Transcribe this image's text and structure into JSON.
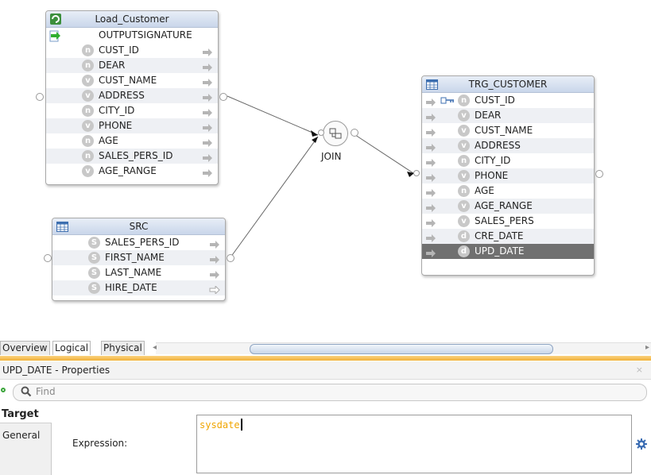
{
  "diagram": {
    "load_customer": {
      "title": "Load_Customer",
      "signature": "OUTPUTSIGNATURE",
      "rows": [
        {
          "badge": "n",
          "label": "CUST_ID"
        },
        {
          "badge": "n",
          "label": "DEAR"
        },
        {
          "badge": "v",
          "label": "CUST_NAME"
        },
        {
          "badge": "v",
          "label": "ADDRESS"
        },
        {
          "badge": "n",
          "label": "CITY_ID"
        },
        {
          "badge": "v",
          "label": "PHONE"
        },
        {
          "badge": "n",
          "label": "AGE"
        },
        {
          "badge": "n",
          "label": "SALES_PERS_ID"
        },
        {
          "badge": "v",
          "label": "AGE_RANGE"
        }
      ]
    },
    "src": {
      "title": "SRC",
      "rows": [
        {
          "badge": "S",
          "label": "SALES_PERS_ID"
        },
        {
          "badge": "S",
          "label": "FIRST_NAME"
        },
        {
          "badge": "S",
          "label": "LAST_NAME"
        },
        {
          "badge": "S",
          "label": "HIRE_DATE"
        }
      ]
    },
    "join": {
      "label": "JOIN"
    },
    "trg_customer": {
      "title": "TRG_CUSTOMER",
      "rows": [
        {
          "badge": "n",
          "label": "CUST_ID"
        },
        {
          "badge": "v",
          "label": "DEAR"
        },
        {
          "badge": "v",
          "label": "CUST_NAME"
        },
        {
          "badge": "v",
          "label": "ADDRESS"
        },
        {
          "badge": "n",
          "label": "CITY_ID"
        },
        {
          "badge": "v",
          "label": "PHONE"
        },
        {
          "badge": "n",
          "label": "AGE"
        },
        {
          "badge": "v",
          "label": "AGE_RANGE"
        },
        {
          "badge": "v",
          "label": "SALES_PERS"
        },
        {
          "badge": "d",
          "label": "CRE_DATE"
        },
        {
          "badge": "d",
          "label": "UPD_DATE"
        }
      ]
    }
  },
  "tabs": [
    {
      "label": "Overview"
    },
    {
      "label": "Logical"
    },
    {
      "label": "Physical"
    }
  ],
  "properties": {
    "title": "UPD_DATE - Properties",
    "find_placeholder": "Find",
    "section": "Target",
    "side_tab": "General",
    "expression_label": "Expression:",
    "expression_value": "sysdate"
  },
  "icons": {
    "load_customer_header": "mapping-icon",
    "signature": "output-signature-icon",
    "src_header": "table-icon",
    "trg_header": "table-icon",
    "join": "join-icon",
    "find": "search-icon",
    "expression_editor": "gear-icon",
    "close": "close-icon"
  },
  "colors": {
    "accent_bar": "#f0b13a",
    "expression_text": "#f0a500",
    "selected_row": "#707070"
  }
}
